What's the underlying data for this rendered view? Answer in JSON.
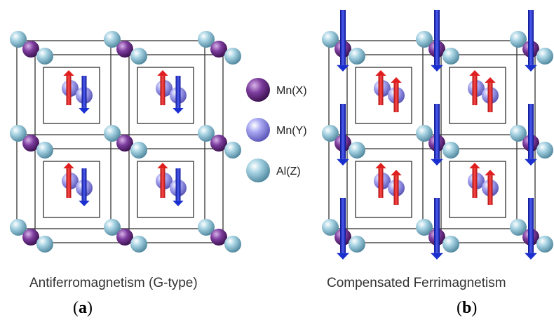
{
  "panels": [
    {
      "caption": "Antiferromagnetism (G-type)",
      "label_open": "(",
      "label_letter": "a",
      "label_close": ")"
    },
    {
      "caption": "Compensated Ferrimagnetism",
      "label_open": "(",
      "label_letter": "b",
      "label_close": ")"
    }
  ],
  "legend": [
    {
      "label": "Mn(X)",
      "color": "#6a2d86"
    },
    {
      "label": "Mn(Y)",
      "color": "#8f8ee6"
    },
    {
      "label": "Al(Z)",
      "color": "#8cc3d8"
    }
  ],
  "colors": {
    "spin_up": "#e02020",
    "spin_down": "#1a2fcf",
    "cell_line": "#333333"
  }
}
